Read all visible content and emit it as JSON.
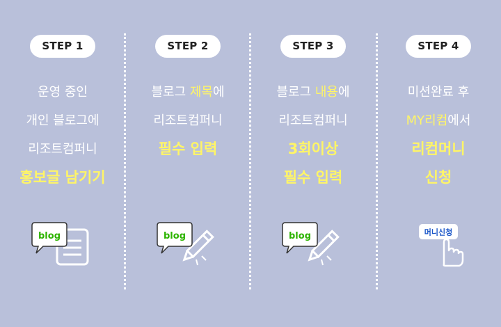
{
  "steps": [
    {
      "label": "STEP 1",
      "lines": [
        [
          {
            "t": "운영 중인",
            "s": "n"
          }
        ],
        [
          {
            "t": "개인 블로그에",
            "s": "n"
          }
        ],
        [
          {
            "t": "리조트컴퍼니",
            "s": "n"
          }
        ],
        [
          {
            "t": "홍보글 남기기",
            "s": "yb"
          }
        ]
      ],
      "icon": "blog-document-icon",
      "badge": "blog"
    },
    {
      "label": "STEP 2",
      "lines": [
        [
          {
            "t": "블로그 ",
            "s": "n"
          },
          {
            "t": "제목",
            "s": "y"
          },
          {
            "t": "에",
            "s": "n"
          }
        ],
        [
          {
            "t": "리조트컴퍼니",
            "s": "n"
          }
        ],
        [
          {
            "t": "필수 입력",
            "s": "yb"
          }
        ]
      ],
      "icon": "blog-pencil-icon",
      "badge": "blog"
    },
    {
      "label": "STEP 3",
      "lines": [
        [
          {
            "t": "블로그 ",
            "s": "n"
          },
          {
            "t": "내용",
            "s": "y"
          },
          {
            "t": "에",
            "s": "n"
          }
        ],
        [
          {
            "t": "리조트컴퍼니",
            "s": "n"
          }
        ],
        [
          {
            "t": "3회이상",
            "s": "yb"
          }
        ],
        [
          {
            "t": "필수 입력",
            "s": "yb"
          }
        ]
      ],
      "icon": "blog-pencil-icon",
      "badge": "blog"
    },
    {
      "label": "STEP 4",
      "lines": [
        [
          {
            "t": "미션완료 후",
            "s": "n"
          }
        ],
        [
          {
            "t": "MY리컴",
            "s": "y"
          },
          {
            "t": "에서",
            "s": "n"
          }
        ],
        [
          {
            "t": "리컴머니",
            "s": "yb"
          }
        ],
        [
          {
            "t": "신청",
            "s": "yb"
          }
        ]
      ],
      "icon": "money-request-click-icon",
      "badge": "머니신청"
    }
  ],
  "colors": {
    "background": "#b9c0da",
    "highlight": "#fff566",
    "text": "#ffffff",
    "badge_green": "#2db400",
    "badge_blue": "#1a56c8"
  }
}
